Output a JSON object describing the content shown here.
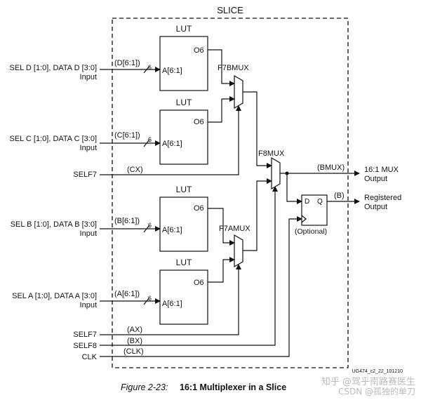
{
  "slice": {
    "title": "SLICE"
  },
  "luts": [
    {
      "title": "LUT",
      "out": "O6",
      "in": "A[6:1]"
    },
    {
      "title": "LUT",
      "out": "O6",
      "in": "A[6:1]"
    },
    {
      "title": "LUT",
      "out": "O6",
      "in": "A[6:1]"
    },
    {
      "title": "LUT",
      "out": "O6",
      "in": "A[6:1]"
    }
  ],
  "muxes": {
    "f7b": "F7BMUX",
    "f7a": "F7AMUX",
    "f8": "F8MUX"
  },
  "inputs": [
    {
      "line1": "SEL D [1:0], DATA D [3:0]",
      "line2": "Input",
      "bus": "(D[6:1])",
      "width": "6"
    },
    {
      "line1": "SEL C [1:0], DATA C [3:0]",
      "line2": "Input",
      "bus": "(C[6:1])",
      "width": "6"
    },
    {
      "line1": "SEL B [1:0], DATA B [3:0]",
      "line2": "Input",
      "bus": "(B[6:1])",
      "width": "6"
    },
    {
      "line1": "SEL A [1:0], DATA A [3:0]",
      "line2": "Input",
      "bus": "(A[6:1])",
      "width": "6"
    }
  ],
  "controls": {
    "self7_top": {
      "name": "SELF7",
      "net": "(CX)"
    },
    "self7_bot": {
      "name": "SELF7",
      "net": "(AX)"
    },
    "self8": {
      "name": "SELF8",
      "net": "(BX)"
    },
    "clk": {
      "name": "CLK",
      "net": "(CLK)"
    }
  },
  "ff": {
    "d": "D",
    "q": "Q",
    "note": "(Optional)"
  },
  "outputs": {
    "mux": {
      "net": "(BMUX)",
      "line1": "16:1 MUX",
      "line2": "Output"
    },
    "reg": {
      "net": "(B)",
      "line1": "Registered",
      "line2": "Output"
    }
  },
  "figure_id": "UG474_c2_22_101210",
  "caption": {
    "number": "Figure 2-23:",
    "title": "16:1 Multiplexer in a Slice"
  },
  "watermark": {
    "line1": "知乎 @驾乎南路赛医生",
    "line2": "CSDN @孤独的单刀"
  }
}
